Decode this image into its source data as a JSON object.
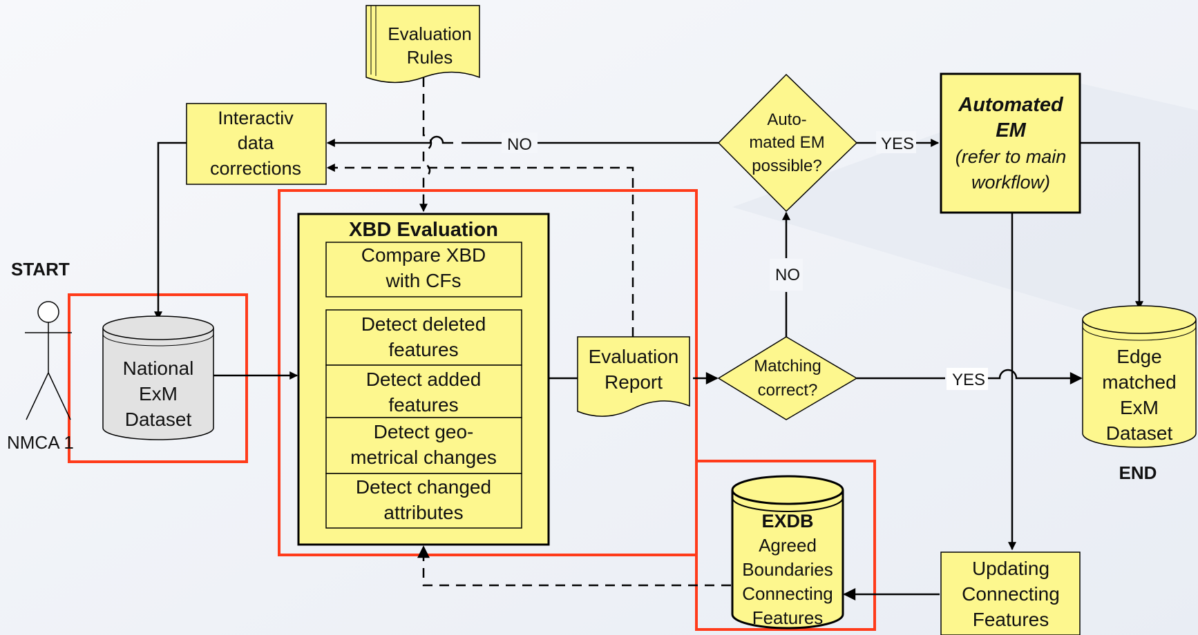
{
  "start_label": "START",
  "end_label": "END",
  "actor_label": "NMCA 1",
  "nodes": {
    "eval_rules": [
      "Evaluation",
      "Rules"
    ],
    "interactive": [
      "Interactiv",
      "data",
      "corrections"
    ],
    "decision_auto": [
      "Auto-",
      "mated EM",
      "possible?"
    ],
    "automated_em": {
      "title": [
        "Automated",
        "EM"
      ],
      "sub": [
        "(refer to main",
        "workflow)"
      ]
    },
    "national": [
      "National",
      "ExM",
      "Dataset"
    ],
    "xbd_title": "XBD Evaluation",
    "xbd_steps": [
      [
        "Compare XBD",
        "with CFs"
      ],
      [
        "Detect deleted",
        "features"
      ],
      [
        "Detect added",
        "features"
      ],
      [
        "Detect geo-",
        "metrical changes"
      ],
      [
        "Detect changed",
        "attributes"
      ]
    ],
    "eval_report": [
      "Evaluation",
      "Report"
    ],
    "decision_match": [
      "Matching",
      "correct?"
    ],
    "edge_matched": [
      "Edge",
      "matched",
      "ExM",
      "Dataset"
    ],
    "exdb": {
      "title": "EXDB",
      "lines": [
        "Agreed",
        "Boundaries",
        "Connecting",
        "Features"
      ]
    },
    "updating": [
      "Updating",
      "Connecting",
      "Features"
    ]
  },
  "edge_labels": {
    "no_top": "NO",
    "yes_top": "YES",
    "no_mid": "NO",
    "yes_bottom": "YES"
  },
  "colors": {
    "box_fill": "#fdf78e",
    "db_gray": "#e2e2e2",
    "highlight": "#ff3b1a",
    "line": "#000000"
  }
}
